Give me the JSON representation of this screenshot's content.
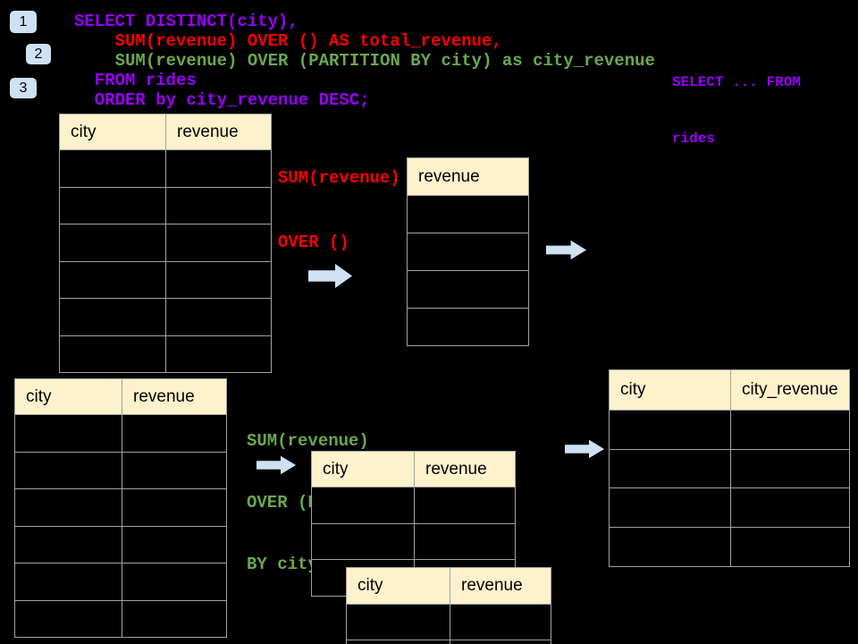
{
  "badges": [
    {
      "label": "1"
    },
    {
      "label": "2"
    },
    {
      "label": "3"
    }
  ],
  "code": {
    "lines": [
      {
        "text": "SELECT DISTINCT(city),",
        "color": "purple"
      },
      {
        "text": "    SUM(revenue) OVER () AS total_revenue,",
        "color": "red"
      },
      {
        "text": "    SUM(revenue) OVER (PARTITION BY city) as city_revenue",
        "color": "green"
      },
      {
        "text": "  FROM rides",
        "color": "purple"
      },
      {
        "text": "  ORDER by city_revenue DESC;",
        "color": "purple"
      }
    ]
  },
  "side_note": {
    "color": "purple",
    "line1": "SELECT ... FROM",
    "line2": "rides"
  },
  "annotation_total": {
    "color": "red",
    "line1": "SUM(revenue)",
    "line2": "OVER ()"
  },
  "annotation_partition": {
    "color": "green",
    "line1": "SUM(revenue)",
    "line2": "OVER (PARTITION",
    "line3": "BY city)"
  },
  "tables": {
    "source_top": {
      "col1": "city",
      "col2": "revenue",
      "body_rows": 6
    },
    "total_result": {
      "col1": "revenue",
      "body_rows": 4
    },
    "source_bottom": {
      "col1": "city",
      "col2": "revenue",
      "body_rows": 6
    },
    "partition_a": {
      "col1": "city",
      "col2": "revenue",
      "body_rows": 3
    },
    "partition_b": {
      "col1": "city",
      "col2": "revenue",
      "body_rows": 2
    },
    "partition_result": {
      "col1": "city",
      "col2": "city_revenue",
      "body_rows": 4
    }
  },
  "icons": {
    "arrow_right_icon": "➡"
  },
  "colors": {
    "background": "#000000",
    "sql_purple": "#9900ff",
    "sql_red": "#ff0000",
    "sql_green": "#6aa84f",
    "table_header_fill": "#fdf2cc",
    "table_border": "#a2a2a2",
    "badge_fill": "#cfe2f3",
    "arrow_fill": "#cfe2f3",
    "header_text": "#000000"
  }
}
